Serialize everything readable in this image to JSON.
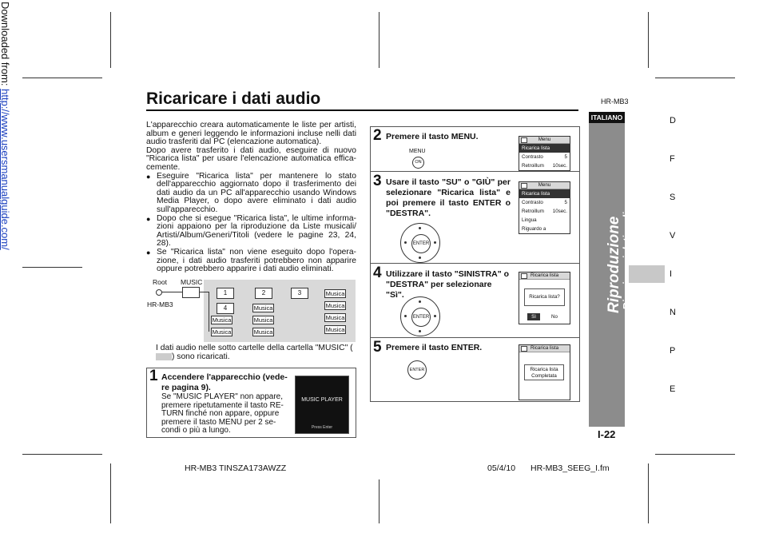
{
  "watermark": {
    "prefix": "Downloaded from: ",
    "link": "http://www.usersmanualguide.com/"
  },
  "header": {
    "title": "Ricaricare i dati audio",
    "model": "HR-MB3"
  },
  "intro": {
    "p1": "L'apparecchio creara automaticamente le liste per artisti, album e generi leggendo le informazioni incluse nelli dati audio trasferiti dal PC (elencazione automatica).",
    "p2": "Dopo avere trasferito i dati audio, eseguire di nuovo \"Ricarica lista\" per usare l'elencazione automatica effica-cemente.",
    "bullets": [
      "Eseguire \"Ricarica lista\" per mantenere lo stato dell'apparecchio aggiornato dopo il trasferimento dei dati audio da un PC all'apparecchio usando Windows Media Player, o dopo avere eliminato i dati audio sull'apparecchio.",
      "Dopo che si esegue \"Ricarica lista\", le ultime informa-zioni appaiono per la riproduzione da Liste musicali/ Artisti/Album/Generi/Titoli (vedere le pagine 23, 24, 28).",
      "Se \"Ricarica lista\" non viene eseguito dopo l'opera-zione, i dati audio trasferiti potrebbero non apparire oppure potrebbero apparire i dati audio eliminati."
    ]
  },
  "tree": {
    "root": "Root",
    "music": "MUSIC",
    "device": "HR-MB3",
    "folders": [
      "1",
      "2",
      "3",
      "4"
    ],
    "musica": "Musica"
  },
  "note": {
    "before": "I dati audio nelle sotto cartelle della cartella \"MUSIC\" (",
    "after": ") sono ricaricati."
  },
  "step1": {
    "num": "1",
    "title": "Accendere l'apparecchio (vede-re pagina 9).",
    "body": "Se \"MUSIC PLAYER\" non appare, premere ripetutamente il tasto RE-TURN finché non appare, oppure premere il tasto MENU per 2 se-condi o più a lungo.",
    "screen_title": "MUSIC PLAYER",
    "screen_footer": "Press Enter"
  },
  "step2": {
    "num": "2",
    "title": "Premere il tasto MENU.",
    "btn_label": "MENU",
    "btn_text": "ON"
  },
  "step3": {
    "num": "3",
    "title": "Usare il tasto \"SU\" o \"GIÙ\" per selezionare \"Ricarica lista\" e poi premere il tasto ENTER o \"DESTRA\"."
  },
  "step4": {
    "num": "4",
    "title": "Utilizzare il tasto \"SINISTRA\" o \"DESTRA\" per selezionare \"Sì\"."
  },
  "step5": {
    "num": "5",
    "title": "Premere il tasto ENTER."
  },
  "enter_label": "ENTER",
  "lcd_menu": {
    "header": "Menu",
    "rows": [
      {
        "label": "Ricarica lista",
        "value": ""
      },
      {
        "label": "Contrasto",
        "value": "5"
      },
      {
        "label": "Retroillum",
        "value": "10sec."
      }
    ]
  },
  "lcd_menu2": {
    "header": "Menu",
    "rows": [
      {
        "label": "Ricarica lista",
        "value": ""
      },
      {
        "label": "Contrasto",
        "value": "5"
      },
      {
        "label": "Retroillum",
        "value": "10sec."
      },
      {
        "label": "Lingua",
        "value": ""
      },
      {
        "label": "Riguardo a",
        "value": ""
      }
    ]
  },
  "lcd_confirm": {
    "header": "Ricarica lista",
    "question": "Ricarica lista?",
    "yes": "Sì",
    "no": "No"
  },
  "lcd_done": {
    "header": "Ricarica lista",
    "message_line1": "Ricarica lista",
    "message_line2": "Completata"
  },
  "sidebar": {
    "lang": "ITALIANO",
    "title": "Riproduzione",
    "subtitle": "-Ricaricare i dati audio-"
  },
  "languages": [
    "D",
    "F",
    "S",
    "V",
    "I",
    "N",
    "P",
    "E"
  ],
  "page_number": "I-22",
  "footer": {
    "left": "HR-MB3 TINSZA173AWZZ",
    "date": "05/4/10",
    "file": "HR-MB3_SEEG_I.fm"
  }
}
